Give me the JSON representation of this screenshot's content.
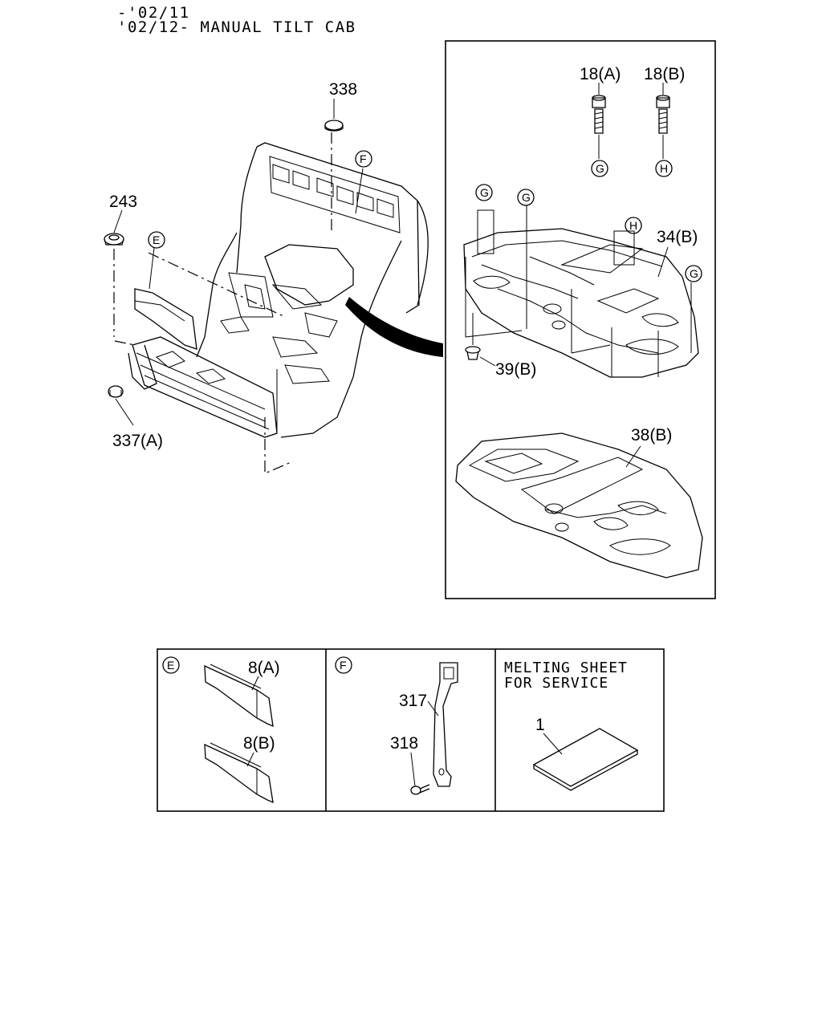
{
  "header": {
    "line1": "-'02/11",
    "line2": "'02/12- MANUAL TILT CAB"
  },
  "callouts": {
    "p338": "338",
    "p243": "243",
    "p337a": "337(A)",
    "p18a": "18(A)",
    "p18b": "18(B)",
    "p34b": "34(B)",
    "p39b": "39(B)",
    "p38b": "38(B)",
    "p8a": "8(A)",
    "p8b": "8(B)",
    "p317": "317",
    "p318": "318",
    "p1": "1"
  },
  "refs": {
    "E": "E",
    "F": "F",
    "G": "G",
    "H": "H"
  },
  "service_note": {
    "line1": "MELTING SHEET",
    "line2": "FOR SERVICE"
  }
}
